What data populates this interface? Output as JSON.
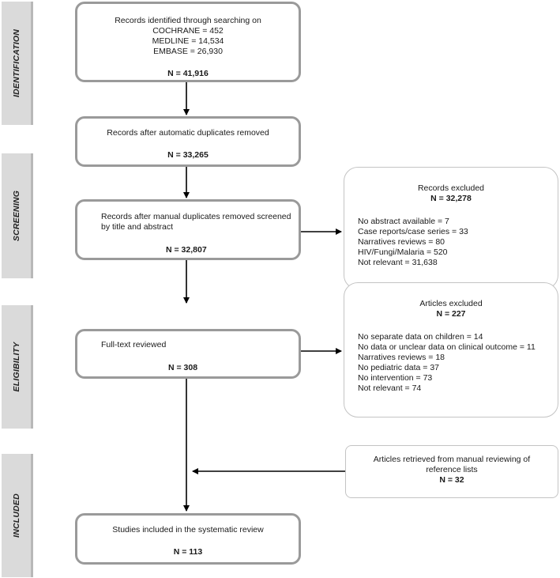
{
  "stages": {
    "identification": "IDENTIFICATION",
    "screening": "SCREENING",
    "eligibility": "ELIGIBILITY",
    "included": "INCLUDED"
  },
  "boxes": {
    "identified": {
      "lines": [
        "Records identified through searching on",
        "COCHRANE = 452",
        "MEDLINE = 14,534",
        "EMBASE = 26,930"
      ],
      "n": "N = 41,916"
    },
    "auto_duplicates": {
      "text": "Records after automatic duplicates removed",
      "n": "N = 33,265"
    },
    "manual_screened": {
      "lines": [
        "Records after manual duplicates removed screened",
        "by title and abstract"
      ],
      "n": "N = 32,807"
    },
    "records_excluded": {
      "title": "Records excluded",
      "n": "N = 32,278",
      "items": [
        "No abstract available = 7",
        "Case reports/case series = 33",
        "Narratives reviews = 80",
        "HIV/Fungi/Malaria = 520",
        "Not relevant = 31,638"
      ]
    },
    "full_text": {
      "text": "Full-text reviewed",
      "n": "N = 308"
    },
    "articles_excluded": {
      "title": "Articles excluded",
      "n": "N = 227",
      "items": [
        "No separate data on children = 14",
        "No data or unclear data on clinical outcome = 11",
        "Narratives reviews = 18",
        "No pediatric data = 37",
        "No intervention = 73",
        "Not relevant = 74"
      ]
    },
    "manual_refs": {
      "lines": [
        "Articles retrieved from manual reviewing of",
        "reference lists"
      ],
      "n": "N = 32"
    },
    "included": {
      "text": "Studies included in the systematic review",
      "n": "N = 113"
    }
  }
}
